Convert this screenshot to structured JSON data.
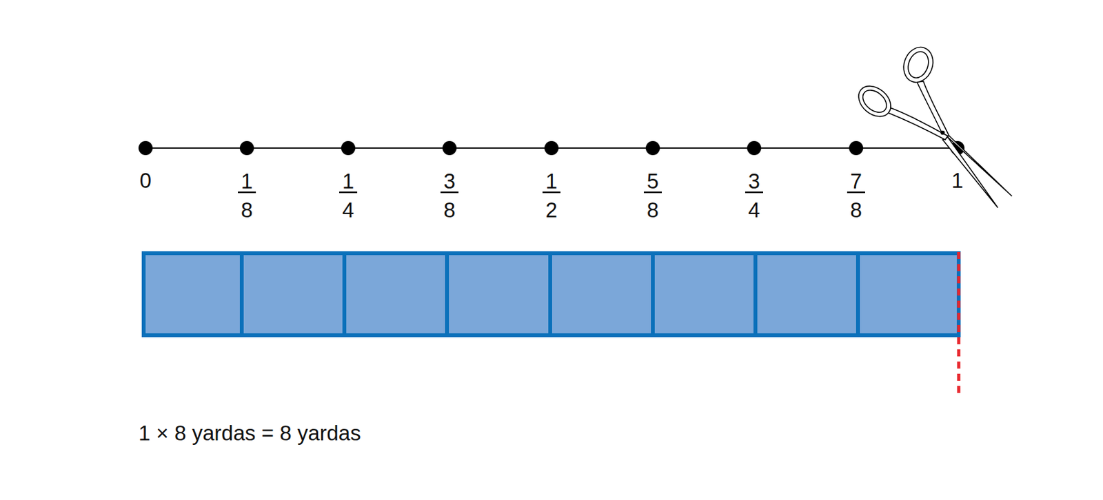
{
  "diagram": {
    "labels": [
      "0",
      "1",
      "8",
      "1",
      "4",
      "3",
      "8",
      "1",
      "2",
      "5",
      "8",
      "3",
      "4",
      "7",
      "8",
      "1",
      "1 × 8 yardas = 8 yardas"
    ]
  }
}
